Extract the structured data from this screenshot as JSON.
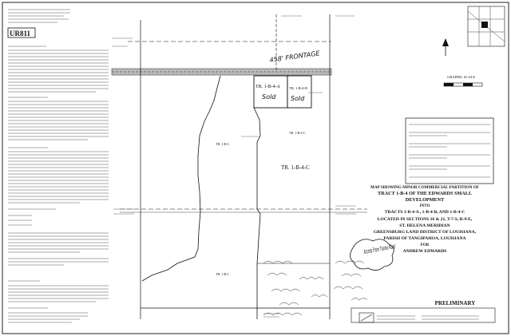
{
  "logo_text": "UR811",
  "map_labels": {
    "frontage": "458' FRONTAGE",
    "tract_a": "TR. 1-B-4-A",
    "tract_b": "TR. 1-B-4-B",
    "tract_c": "TR. 1-B-4-C",
    "sold_a": "Sold",
    "sold_b": "Sold",
    "tract_b_small": "TR. 1-B-4-C",
    "tract_b_left": "TR. 1-B-3",
    "tract_bottom": "TR. 1-B-2",
    "access_note": "Access From Trainio Road",
    "graphic_scale": "GRAPHIC SCALE"
  },
  "title_block": {
    "line1": "MAP SHOWING MINOR COMMERCIAL PARTITION OF",
    "line2": "TRACT 1-B-4 OF THE EDWARDS SMALL",
    "line3": "DEVELOPMENT",
    "line4": "INTO",
    "line5": "TRACTS 1-B-4-A , 1-B-4-B, AND 1-B-4-C",
    "line6": "LOCATED IN SECTIONS 16 & 21, T-7-S, R-9-E,",
    "line7": "ST. HELENA MERIDIAN",
    "line8": "GREENSBURG LAND DISTRICT OF LOUISIANA,",
    "line9": "PARISH OF TANGIPAHOA, LOUISIANA",
    "line10": "FOR",
    "line11": "ANDREW EDWARDS",
    "preliminary": "PRELIMINARY"
  }
}
